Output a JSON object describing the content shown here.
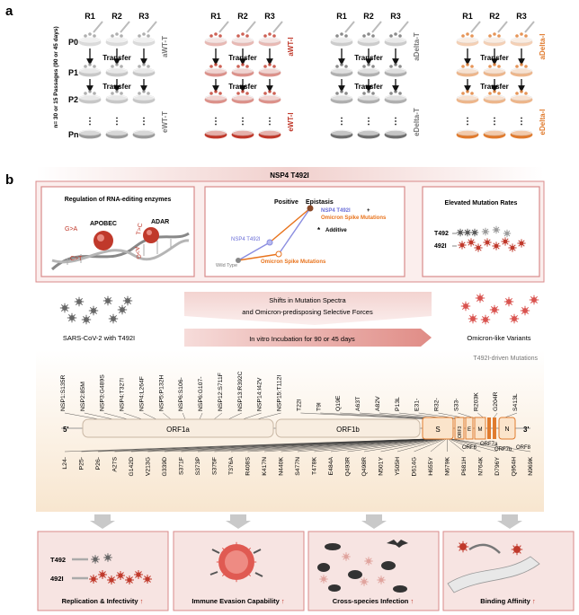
{
  "panel_a": {
    "label": "a",
    "y_axis_label": "n= 30 or 15 Passages (90 or 45 days)",
    "rep_labels": [
      "R1",
      "R2",
      "R3"
    ],
    "row_labels": [
      "P0",
      "P1",
      "P2",
      "Pn"
    ],
    "transfer_label": "Transfer",
    "ellipsis": "⋮",
    "groups": [
      {
        "top": "aWT-T",
        "bottom": "eWT-T",
        "color": "#9b9b9b"
      },
      {
        "top": "aWT-I",
        "bottom": "eWT-I",
        "color": "#c0392b"
      },
      {
        "top": "aDelta-T",
        "bottom": "eDelta-T",
        "color": "#6e6e6e"
      },
      {
        "top": "aDelta-I",
        "bottom": "eDelta-I",
        "color": "#e07b2e"
      }
    ]
  },
  "panel_b": {
    "label": "b",
    "banner_title": "NSP4 T492I",
    "box1_title": "Regulation of RNA-editing enzymes",
    "box1_labels": {
      "apobec": "APOBEC",
      "adar": "ADAR",
      "ga": "G>A",
      "ct": "C>T",
      "tc": "T>C",
      "ag": "A>G"
    },
    "box2": {
      "positive": "Positive",
      "epistasis": "Epistasis",
      "combo_a": "NSP4 T492I",
      "combo_plus": "+",
      "combo_b": "Omicron Spike Mutations",
      "additive": "Additive",
      "nsp4": "NSP4 T492I",
      "wt": "Wild Type",
      "omicron": "Omicron Spike Mutations"
    },
    "box3": {
      "title": "Elevated Mutation Rates",
      "t492": "T492",
      "i492": "492I"
    },
    "shift_text_1": "Shifts in Mutation Spectra",
    "shift_text_2": "and Omicron-predisposing Selective Forces",
    "incubation": "In vitro Incubation for 90 or 45 days",
    "left_label": "SARS-CoV-2 with T492I",
    "right_label": "Omicron-like Variants",
    "mutations_title": "T492I-driven Mutations",
    "top_mutations": [
      "NSP1:S135R",
      "NSP2:85M",
      "NSP3:G489S",
      "NSP4:T327I",
      "NSP4:L264F",
      "NSP5:P132H",
      "NSP6:S106-",
      "NSP6:G107-",
      "NSP12:S711F",
      "NSP13:R392C",
      "NSP14:I42V",
      "NSP15:T112I",
      "T22I",
      "T9I",
      "Q19E",
      "A63T",
      "A82V",
      "P13L",
      "E31-",
      "R32-",
      "S33-",
      "R203K",
      "G204R",
      "S413L"
    ],
    "bottom_mutations": [
      "L24-",
      "P25-",
      "P26-",
      "A27S",
      "G142D",
      "V213G",
      "G339D",
      "S371F",
      "S373P",
      "S375F",
      "T376A",
      "R408S",
      "K417N",
      "N440K",
      "S477N",
      "T478K",
      "E484A",
      "Q493R",
      "Q498R",
      "N501Y",
      "Y505H",
      "D614G",
      "H655Y",
      "N679K",
      "P681H",
      "N764K",
      "D796Y",
      "Q954H",
      "N969K"
    ],
    "genome": {
      "five": "5'",
      "three": "3'",
      "orf1a": "ORF1a",
      "orf1b": "ORF1b",
      "s": "S",
      "orf3": "ORF3",
      "e": "E",
      "m": "M",
      "n": "N",
      "orf6": "ORF6",
      "orf7a": "ORF7a",
      "orf7b": "ORF7b",
      "orf8": "ORF8"
    },
    "outcomes": [
      {
        "title": "Replication & Infectivity",
        "sub1": "T492",
        "sub2": "492I"
      },
      {
        "title": "Immune Evasion Capability"
      },
      {
        "title": "Cross-species Infection"
      },
      {
        "title": "Binding Affinity"
      }
    ],
    "up_arrow": "↑"
  },
  "colors": {
    "wt_gray": "#9b9b9b",
    "wt_red": "#c0392b",
    "delta_gray": "#6e6e6e",
    "delta_orange": "#e07b2e",
    "pink_border": "#d98a8a",
    "pink_fill": "#f7e4e2",
    "orange_line": "#e8731c",
    "purple_line": "#8a8de0"
  }
}
